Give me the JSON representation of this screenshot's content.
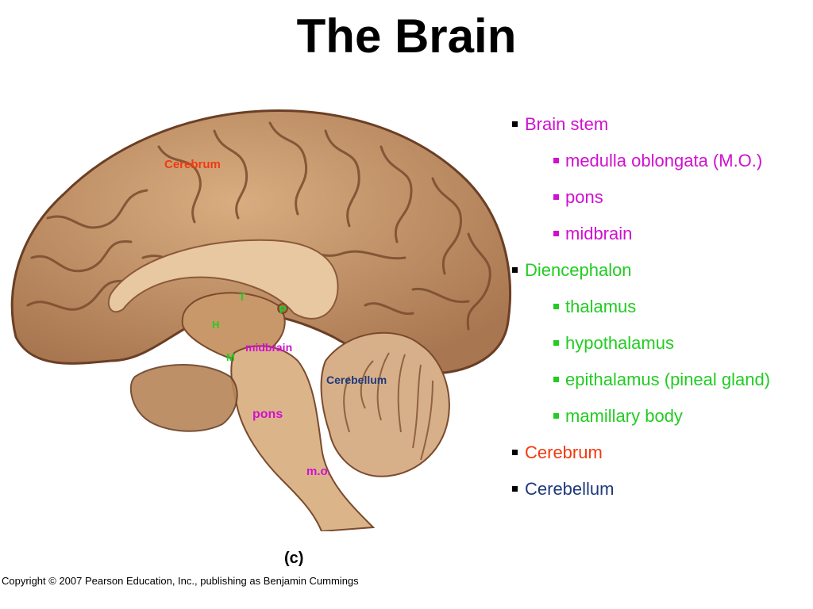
{
  "title": "The Brain",
  "figure": {
    "caption": "(c)",
    "copyright": "Copyright © 2007 Pearson Education, Inc., publishing as Benjamin Cummings",
    "labels": {
      "cerebrum": "Cerebrum",
      "t": "T",
      "p": "P",
      "h": "H",
      "m": "M",
      "midbrain": "midbrain",
      "cerebellum": "Cerebellum",
      "pons": "pons",
      "mo": "m.o."
    }
  },
  "colors": {
    "magenta": "#d010d0",
    "green": "#22cc22",
    "red": "#f03a10",
    "navy": "#1f3a7a",
    "black": "#000000",
    "brain": "#c99a6c",
    "brain_dark": "#7a4b2e"
  },
  "bullets": [
    {
      "text": "Brain stem",
      "level": 1,
      "color": "magenta",
      "marker": "black"
    },
    {
      "text": "medulla oblongata (M.O.)",
      "level": 2,
      "color": "magenta",
      "marker": "magenta"
    },
    {
      "text": "pons",
      "level": 2,
      "color": "magenta",
      "marker": "magenta"
    },
    {
      "text": "midbrain",
      "level": 2,
      "color": "magenta",
      "marker": "magenta"
    },
    {
      "text": "Diencephalon",
      "level": 1,
      "color": "green",
      "marker": "black"
    },
    {
      "text": "thalamus",
      "level": 2,
      "color": "green",
      "marker": "green"
    },
    {
      "text": "hypothalamus",
      "level": 2,
      "color": "green",
      "marker": "green"
    },
    {
      "text": "epithalamus (pineal gland)",
      "level": 2,
      "color": "green",
      "marker": "green"
    },
    {
      "text": "mamillary body",
      "level": 2,
      "color": "green",
      "marker": "green"
    },
    {
      "text": "Cerebrum",
      "level": 1,
      "color": "red",
      "marker": "black"
    },
    {
      "text": "Cerebellum",
      "level": 1,
      "color": "navy",
      "marker": "black"
    }
  ]
}
